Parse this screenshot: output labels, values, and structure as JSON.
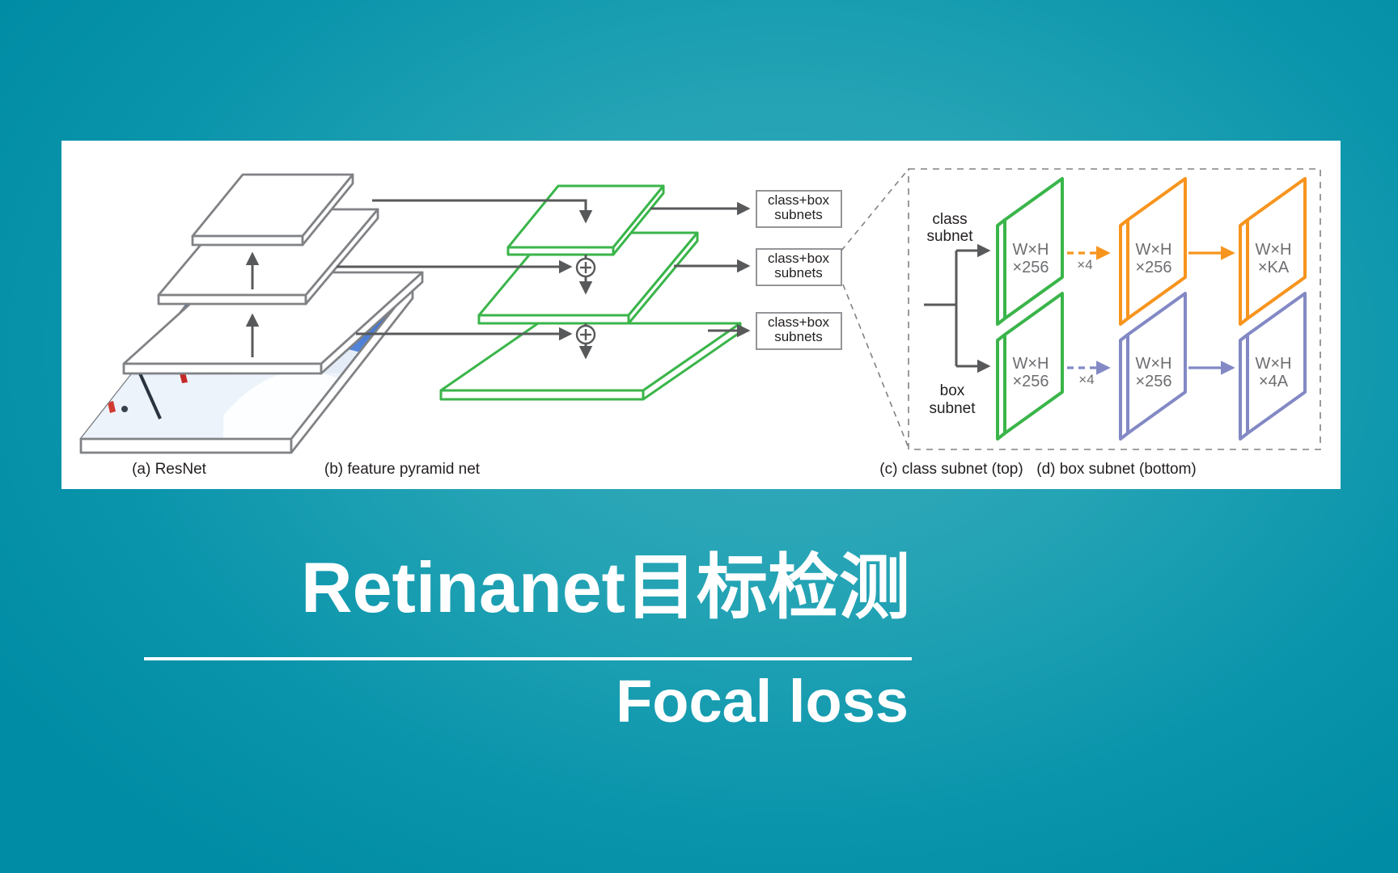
{
  "slide": {
    "title": "Retinanet目标检测",
    "subtitle": "Focal loss",
    "background_color_center": "#39abbc",
    "background_color_edge": "#008ca4",
    "text_color": "#ffffff"
  },
  "figure": {
    "captions": {
      "a": "(a) ResNet",
      "b": "(b) feature pyramid net",
      "c": "(c) class subnet (top)",
      "d": "(d) box subnet (bottom)"
    },
    "subnet_box": {
      "line1": "class+box",
      "line2": "subnets"
    },
    "class_subnet_label": {
      "line1": "class",
      "line2": "subnet"
    },
    "box_subnet_label": {
      "line1": "box",
      "line2": "subnet"
    },
    "conv_card_label": {
      "line1": "W×H",
      "line2": "×256"
    },
    "class_output_card_label": {
      "line1": "W×H",
      "line2": "×KA"
    },
    "box_output_card_label": {
      "line1": "W×H",
      "line2": "×4A"
    },
    "repeat_label": "×4",
    "colors": {
      "backbone_gray": "#808285",
      "arrow_gray": "#58595b",
      "pyramid_green": "#3ab54a",
      "class_orange": "#f7941e",
      "box_purple": "#8289c4",
      "card_text_gray": "#6d6e71",
      "figure_text": "#231f20",
      "panel_background": "#ffffff"
    }
  }
}
